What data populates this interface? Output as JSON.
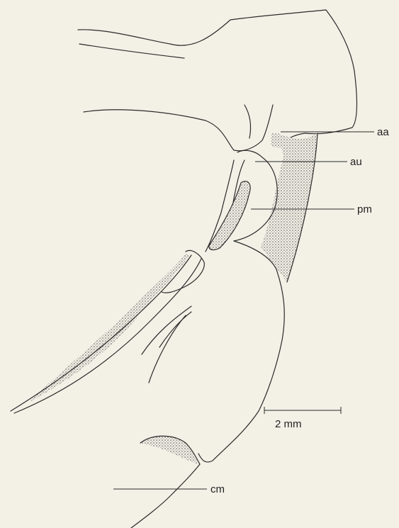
{
  "labels": {
    "aa": "aa",
    "au": "au",
    "pm": "pm",
    "cm": "cm",
    "scale": "2 mm"
  },
  "colors": {
    "background": "#f3f1e6",
    "ink": "#2a2a2a"
  }
}
